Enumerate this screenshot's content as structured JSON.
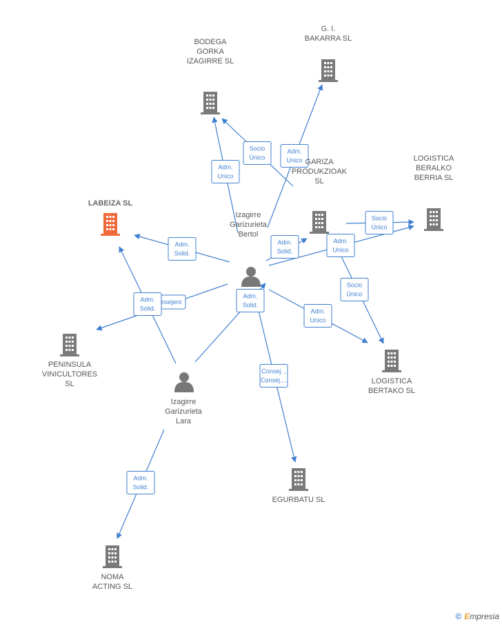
{
  "colors": {
    "edge": "#3f7fd0",
    "company": "#7a7a7a",
    "focus_company": "#ef6a3a",
    "person": "#777777"
  },
  "nodes": [
    {
      "id": "labeiza",
      "type": "company",
      "focus": true,
      "lines": [
        "LABEIZA  SL"
      ]
    },
    {
      "id": "bodega",
      "type": "company",
      "lines": [
        "BODEGA",
        "GORKA",
        "IZAGIRRE  SL"
      ]
    },
    {
      "id": "bakarra",
      "type": "company",
      "lines": [
        "G. I.",
        "BAKARRA  SL"
      ]
    },
    {
      "id": "gariza",
      "type": "company",
      "lines": [
        "GARIZA",
        "PRODUKZIOAK",
        "SL"
      ]
    },
    {
      "id": "beralko",
      "type": "company",
      "lines": [
        "LOGISTICA",
        "BERALKO",
        "BERRIA  SL"
      ]
    },
    {
      "id": "peninsula",
      "type": "company",
      "lines": [
        "PENINSULA",
        "VINICULTORES",
        "SL"
      ]
    },
    {
      "id": "bertako",
      "type": "company",
      "lines": [
        "LOGISTICA",
        "BERTAKO  SL"
      ]
    },
    {
      "id": "egurbatu",
      "type": "company",
      "lines": [
        "EGURBATU  SL"
      ]
    },
    {
      "id": "noma",
      "type": "company",
      "lines": [
        "NOMA",
        "ACTING  SL"
      ]
    },
    {
      "id": "bertol",
      "type": "person",
      "lines": [
        "Izagirre",
        "Garizurieta",
        "Bertol"
      ]
    },
    {
      "id": "lara",
      "type": "person",
      "lines": [
        "Izagirre",
        "Garizurieta",
        "Lara"
      ]
    }
  ],
  "edge_labels": [
    {
      "id": "e1",
      "lines": [
        "Adm.",
        "Unico"
      ]
    },
    {
      "id": "e2",
      "lines": [
        "Socio",
        "Único"
      ]
    },
    {
      "id": "e3",
      "lines": [
        "Adm.",
        "Unico"
      ]
    },
    {
      "id": "e4",
      "lines": [
        "Adm.",
        "Solid."
      ]
    },
    {
      "id": "e5",
      "lines": [
        "Adm.",
        "Solid."
      ]
    },
    {
      "id": "e6",
      "lines": [
        "Adm.",
        "Unico"
      ]
    },
    {
      "id": "e7",
      "lines": [
        "Socio",
        "Único"
      ]
    },
    {
      "id": "e8",
      "lines": [
        "Socio",
        "Único"
      ]
    },
    {
      "id": "e9",
      "lines": [
        "Adm.",
        "Unico"
      ]
    },
    {
      "id": "e10",
      "lines": [
        "Adm.",
        "Solid."
      ]
    },
    {
      "id": "e11",
      "lines": [
        "Consejero"
      ]
    },
    {
      "id": "e12",
      "lines": [
        "Adm.",
        "Solid."
      ]
    },
    {
      "id": "e13",
      "lines": [
        "Consej. ,",
        "Consej...."
      ]
    },
    {
      "id": "e14",
      "lines": [
        "Adm.",
        "Solid."
      ]
    }
  ],
  "footer": {
    "symbol": "©",
    "brand_initial": "E",
    "brand_rest": "mpresia"
  }
}
